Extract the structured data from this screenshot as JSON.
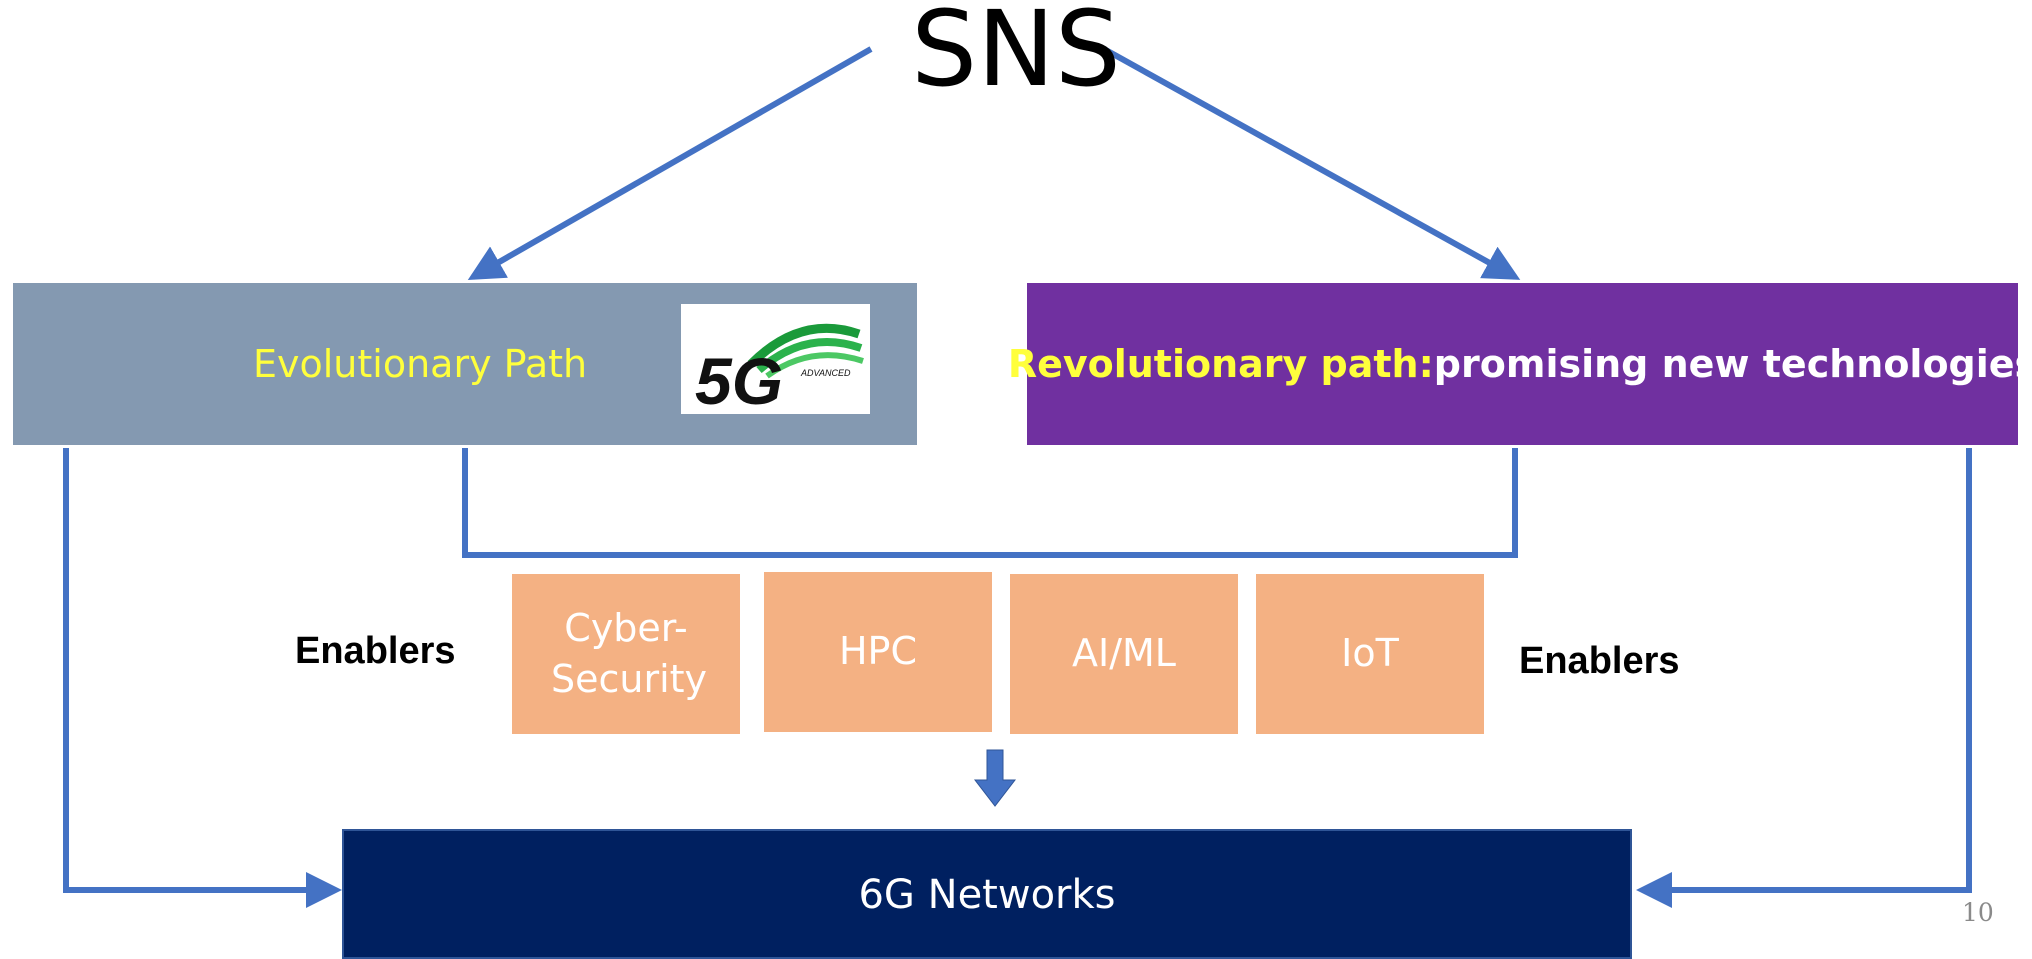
{
  "title": "SNS",
  "evolutionary": {
    "label": "Evolutionary Path",
    "logo": {
      "text": "5G",
      "subtext": "ADVANCED",
      "icon": "5g-advanced-logo"
    }
  },
  "revolutionary": {
    "label_lead": "Revolutionary path:",
    "label_rest": " promising new technologies"
  },
  "enablers": {
    "left_label": "Enablers",
    "right_label": "Enablers",
    "items": [
      "Cyber-Security",
      "HPC",
      "AI/ML",
      "IoT"
    ]
  },
  "target": {
    "label": "6G Networks"
  },
  "page_number": "10",
  "colors": {
    "connector": "#4472c4",
    "evolutionary_box": "#8499b1",
    "revolutionary_box": "#7030a0",
    "enabler_box": "#f4b183",
    "networks_box": "#002060",
    "highlight_text": "#ffff3c"
  }
}
